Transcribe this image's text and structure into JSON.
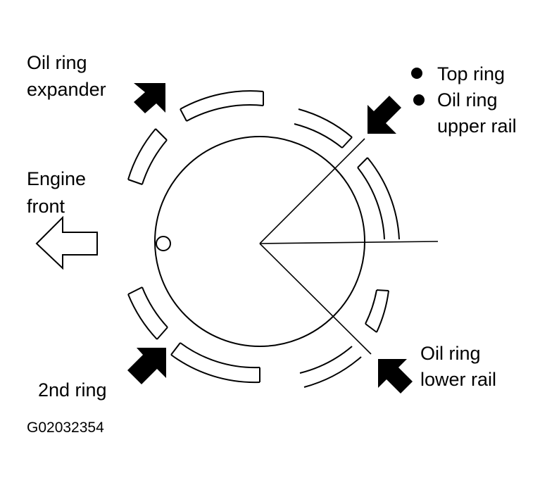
{
  "labels": {
    "oil_ring_expander": [
      "Oil ring",
      "expander"
    ],
    "top_ring": "Top ring",
    "oil_ring_upper_rail": [
      "Oil ring",
      "upper rail"
    ],
    "engine_front": [
      "Engine",
      "front"
    ],
    "second_ring": "2nd ring",
    "oil_ring_lower_rail": [
      "Oil ring",
      "lower rail"
    ],
    "figure_code": "G02032354"
  },
  "icons": {
    "pointer": "filled-arrow-icon",
    "direction": "hollow-arrow-icon",
    "bullet": "filled-dot-icon"
  },
  "colors": {
    "ink": "#000000",
    "paper": "#ffffff"
  }
}
